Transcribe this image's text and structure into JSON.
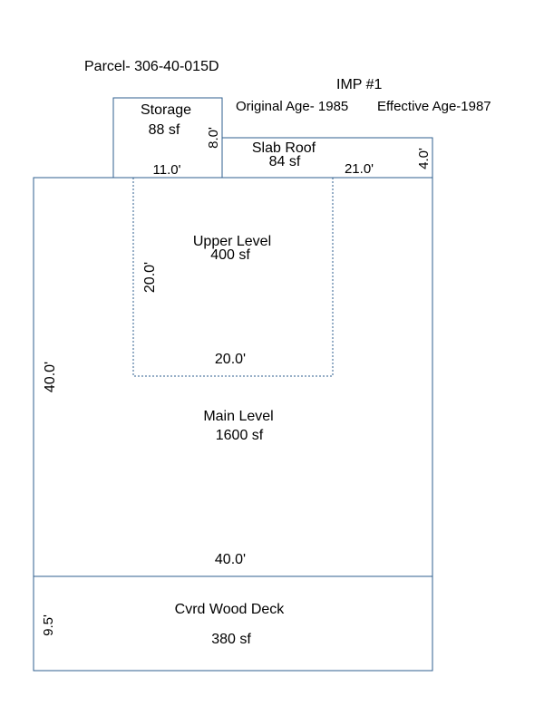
{
  "header": {
    "parcel": "Parcel- 306-40-015D",
    "imp": "IMP #1",
    "original_age": "Original Age- 1985",
    "effective_age": "Effective Age-1987"
  },
  "areas": {
    "storage": {
      "name": "Storage",
      "area": "88 sf",
      "width_dim": "11.0'",
      "height_dim": "8.0'"
    },
    "slab_roof": {
      "name": "Slab Roof",
      "area": "84 sf",
      "width_dim": "21.0'",
      "height_dim": "4.0'"
    },
    "upper_level": {
      "name": "Upper Level",
      "area": "400 sf",
      "width_dim": "20.0'",
      "height_dim": "20.0'"
    },
    "main_level": {
      "name": "Main Level",
      "area": "1600 sf",
      "width_dim": "40.0'",
      "height_dim": "40.0'"
    },
    "deck": {
      "name": "Cvrd Wood Deck",
      "area": "380 sf",
      "height_dim": "9.5'"
    }
  },
  "colors": {
    "outline": "#2f5f8f",
    "text": "#000000"
  }
}
